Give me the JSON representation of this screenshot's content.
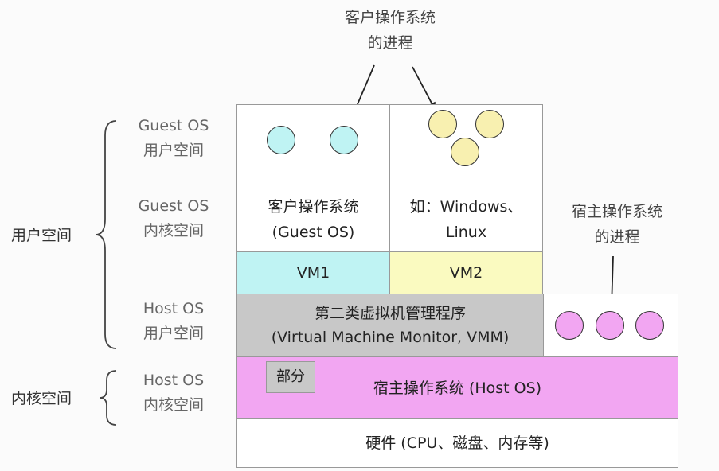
{
  "top_annotation": {
    "line1": "客户操作系统",
    "line2": "的进程"
  },
  "right_annotation": {
    "line1": "宿主操作系统",
    "line2": "的进程"
  },
  "left_labels": {
    "user_space": "用户空间",
    "kernel_space": "内核空间"
  },
  "layer_labels": {
    "guest_user": {
      "line1": "Guest OS",
      "line2": "用户空间"
    },
    "guest_kernel": {
      "line1": "Guest OS",
      "line2": "内核空间"
    },
    "host_user": {
      "line1": "Host OS",
      "line2": "用户空间"
    },
    "host_kernel": {
      "line1": "Host OS",
      "line2": "内核空间"
    }
  },
  "vm1": {
    "guest_os_line1": "客户操作系统",
    "guest_os_line2": "(Guest OS)",
    "label": "VM1"
  },
  "vm2": {
    "guest_os_line1": "如：Windows、",
    "guest_os_line2": "Linux",
    "label": "VM2"
  },
  "vmm": {
    "line1": "第二类虚拟机管理程序",
    "line2": "(Virtual Machine Monitor, VMM)",
    "part_label": "部分"
  },
  "host_os": {
    "label": "宿主操作系统 (Host OS)"
  },
  "hardware": {
    "label": "硬件 (CPU、磁盘、内存等)"
  },
  "colors": {
    "vm1": "#bff3f3",
    "vm2": "#fafac0",
    "vmm": "#c8c8c8",
    "host_os": "#f2a6f2",
    "guest_process": "#bff3f3",
    "vm2_process": "#f8f0b0",
    "host_process": "#f2a6f2"
  }
}
